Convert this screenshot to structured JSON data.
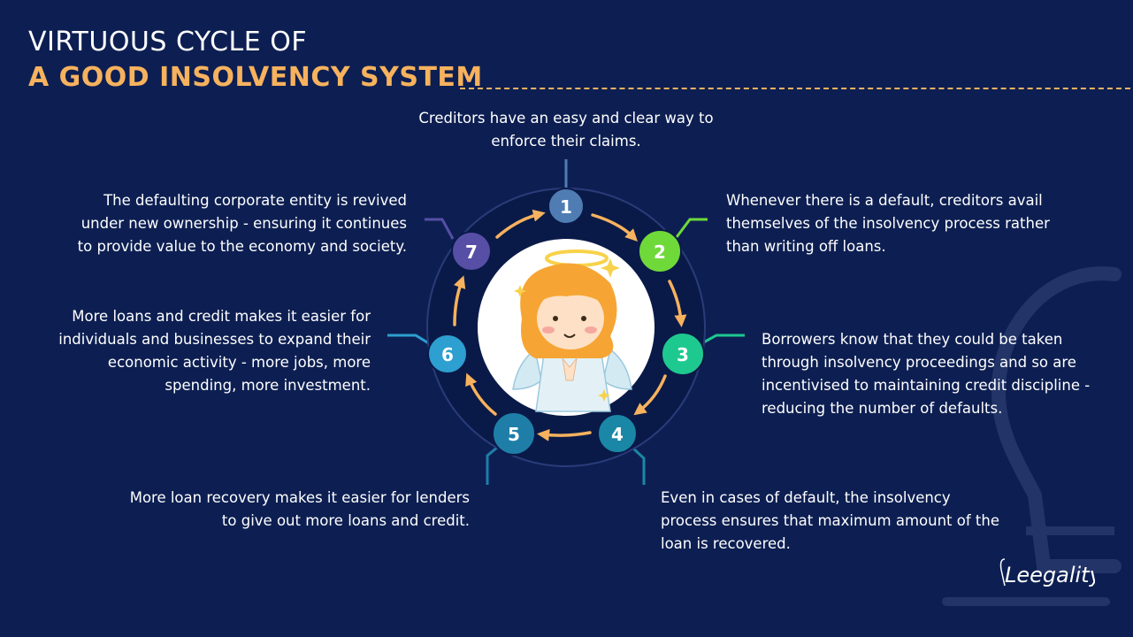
{
  "title": {
    "line1": "VIRTUOUS CYCLE OF",
    "line2": "A GOOD INSOLVENCY SYSTEM"
  },
  "steps": [
    {
      "number": "1",
      "text": "Creditors have an easy and clear way to enforce their claims.",
      "color": "#4f7db3"
    },
    {
      "number": "2",
      "text": "Whenever there is a default, creditors avail themselves of the insolvency process rather than writing off loans.",
      "color": "#6fd93a"
    },
    {
      "number": "3",
      "text": "Borrowers know that they could be taken through insolvency proceedings and so are incentivised to maintaining credit discipline - reducing the number of defaults.",
      "color": "#1ec98f"
    },
    {
      "number": "4",
      "text": "Even in cases of default, the insolvency process ensures that maximum amount of the loan is recovered.",
      "color": "#1b87a6"
    },
    {
      "number": "5",
      "text": "More loan recovery makes it easier for lenders to give out more loans and credit.",
      "color": "#1f7ea8"
    },
    {
      "number": "6",
      "text": "More loans and credit makes it easier for individuals and businesses to expand their economic activity - more jobs, more spending, more investment.",
      "color": "#2d9fd0"
    },
    {
      "number": "7",
      "text": "The defaulting corporate entity is revived under new ownership - ensuring it continues to provide value to the economy and society.",
      "color": "#574ea6"
    }
  ],
  "logo": {
    "text": "Leegality"
  },
  "colors": {
    "background": "#0d1f52",
    "accent": "#f7b25e",
    "ring": "#0a1a48",
    "arrow": "#f7b25e"
  }
}
